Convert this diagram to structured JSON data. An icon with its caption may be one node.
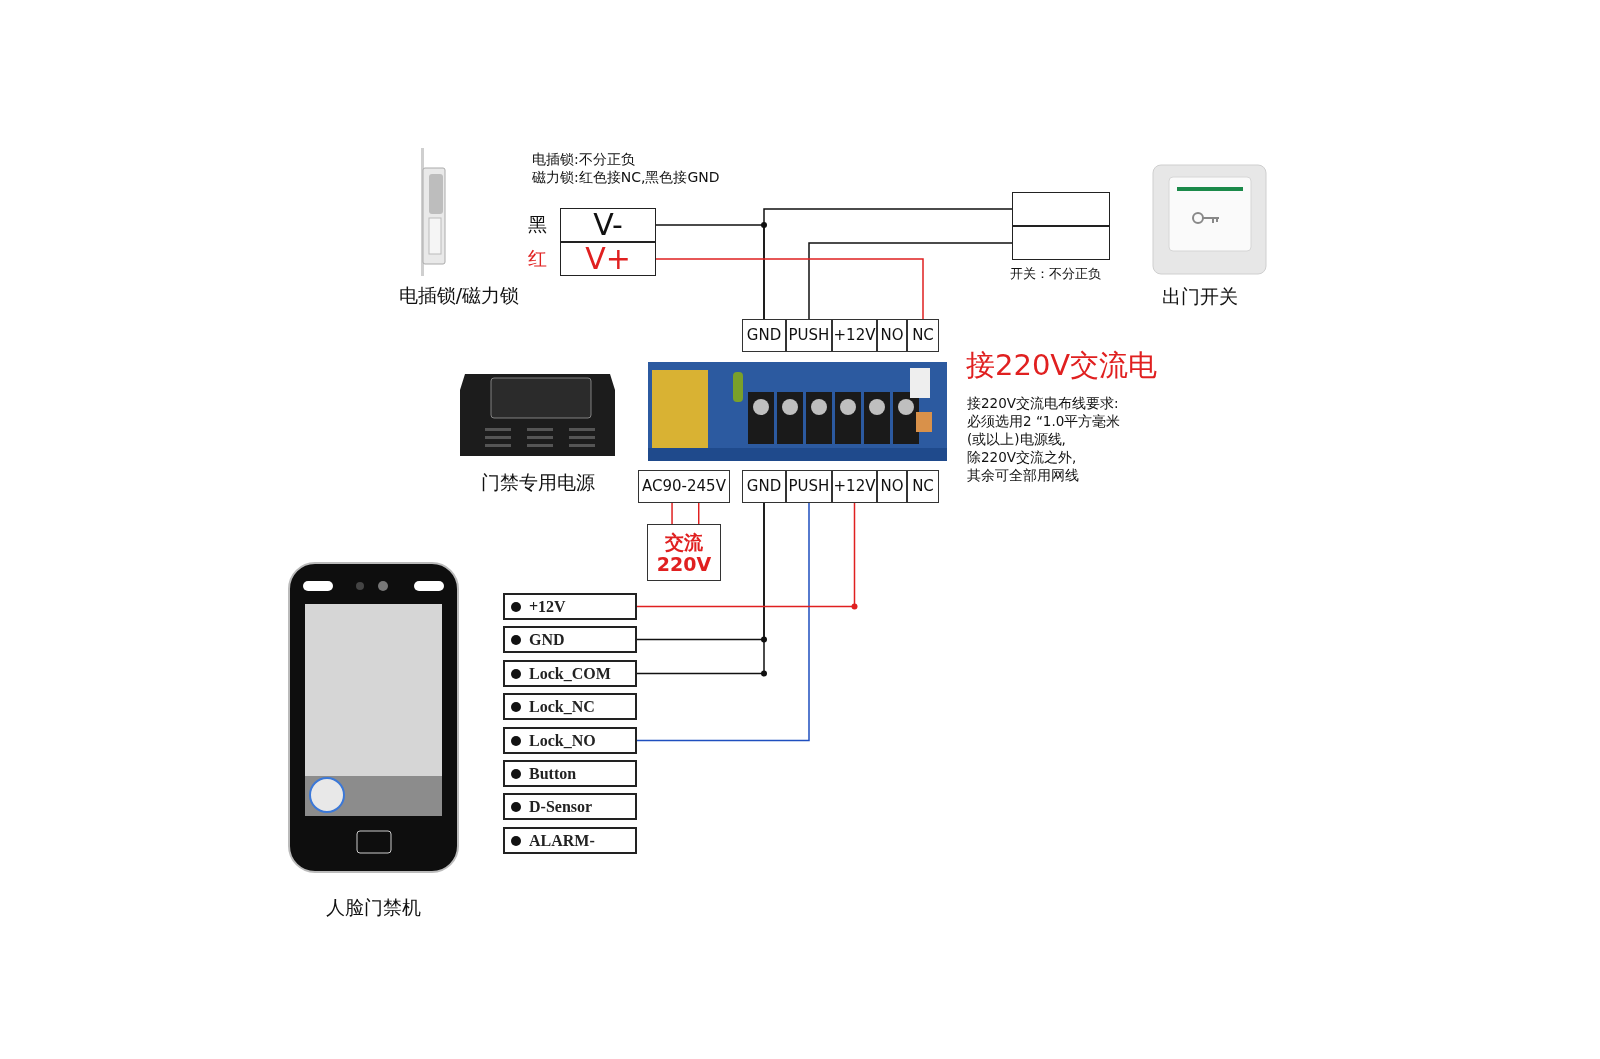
{
  "diagram": {
    "nodes": [
      {
        "text": [],
        "shape": "picture",
        "beside": [
          "电插锁/磁力锁"
        ]
      },
      {
        "text": [
          "V-"
        ],
        "beside": [
          "黑"
        ]
      },
      {
        "text": [
          "V+"
        ],
        "beside": [
          "红"
        ]
      },
      {
        "text": [],
        "shape": "box"
      },
      {
        "text": [],
        "shape": "box",
        "beside": [
          "开关：不分正负"
        ]
      },
      {
        "text": [],
        "shape": "picture",
        "beside": [
          "出门开关"
        ]
      },
      {
        "text": [
          "GND"
        ]
      },
      {
        "text": [
          "PUSH"
        ]
      },
      {
        "text": [
          "+12V"
        ]
      },
      {
        "text": [
          "NO"
        ]
      },
      {
        "text": [
          "NC"
        ]
      },
      {
        "text": [],
        "shape": "picture",
        "beside": [
          "门禁专用电源"
        ]
      },
      {
        "text": [],
        "shape": "picture"
      },
      {
        "text": [
          "AC90-245V"
        ]
      },
      {
        "text": [
          "GND"
        ]
      },
      {
        "text": [
          "PUSH"
        ]
      },
      {
        "text": [
          "+12V"
        ]
      },
      {
        "text": [
          "NO"
        ]
      },
      {
        "text": [
          "NC"
        ]
      },
      {
        "text": [
          "交流 220V"
        ]
      },
      {
        "text": [],
        "shape": "picture",
        "beside": [
          "人脸门禁机"
        ]
      },
      {
        "text": [
          "+12V"
        ]
      },
      {
        "text": [
          "GND"
        ]
      },
      {
        "text": [
          "Lock_COM"
        ]
      },
      {
        "text": [
          "Lock_NC"
        ]
      },
      {
        "text": [
          "Lock_NO"
        ]
      },
      {
        "text": [
          "Button"
        ]
      },
      {
        "text": [
          "D-Sensor"
        ]
      },
      {
        "text": [
          "ALARM-"
        ]
      }
    ],
    "edges": [
      {
        "from": 1,
        "to": 6,
        "arrow": "none"
      },
      {
        "from": 3,
        "to": 6,
        "arrow": "none"
      },
      {
        "from": 4,
        "to": 7,
        "arrow": "none"
      },
      {
        "from": 2,
        "to": 10,
        "arrow": "none",
        "color": "#e02020"
      },
      {
        "from": 13,
        "to": 19,
        "arrow": "none",
        "color": "#e02020"
      },
      {
        "from": 13,
        "to": 19,
        "arrow": "none",
        "color": "#e02020"
      },
      {
        "from": 14,
        "to": 22,
        "arrow": "none"
      },
      {
        "from": 14,
        "to": 23,
        "arrow": "none"
      },
      {
        "from": 15,
        "to": 25,
        "arrow": "none",
        "color": "#1f4fbf"
      },
      {
        "from": 16,
        "to": 21,
        "arrow": "none",
        "color": "#e02020"
      }
    ],
    "labels": [
      "电插锁:不分正负",
      "磁力锁:红色接NC,黑色接GND",
      "接220V交流电",
      "接220V交流电布线要求:",
      "必须选用2 “1.0平方毫米",
      "(或以上)电源线,",
      "除220V交流之外,",
      "其余可全部用网线"
    ]
  }
}
